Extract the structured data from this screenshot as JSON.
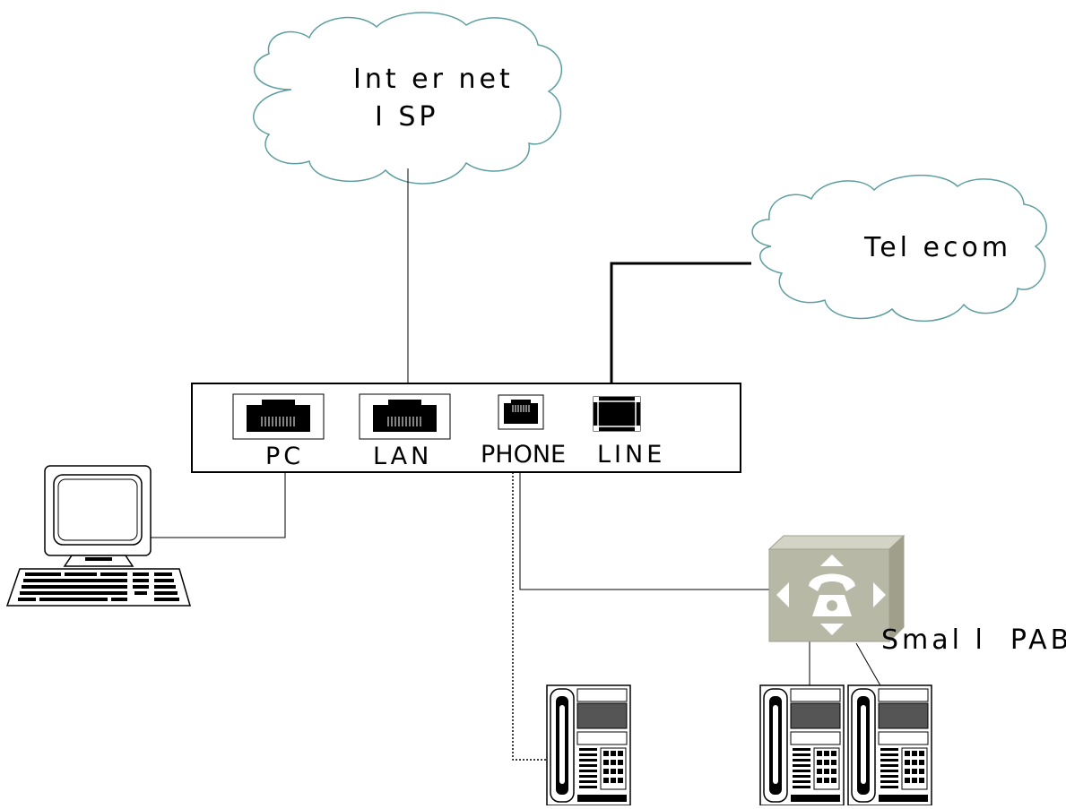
{
  "clouds": {
    "internet": {
      "line1": "Int er net",
      "line2": "I SP"
    },
    "telecom": {
      "label": "Tel ecom"
    }
  },
  "device": {
    "ports": {
      "pc": "PC",
      "lan": "LAN",
      "phone": "PHONE",
      "line": "LINE"
    }
  },
  "pabx": {
    "label": "Smal l  PABX"
  },
  "colors": {
    "cloud_stroke": "#5e9ea0",
    "pabx_face": "#b8b8a6",
    "pabx_side": "#9f9f8c",
    "line": "#000000"
  }
}
